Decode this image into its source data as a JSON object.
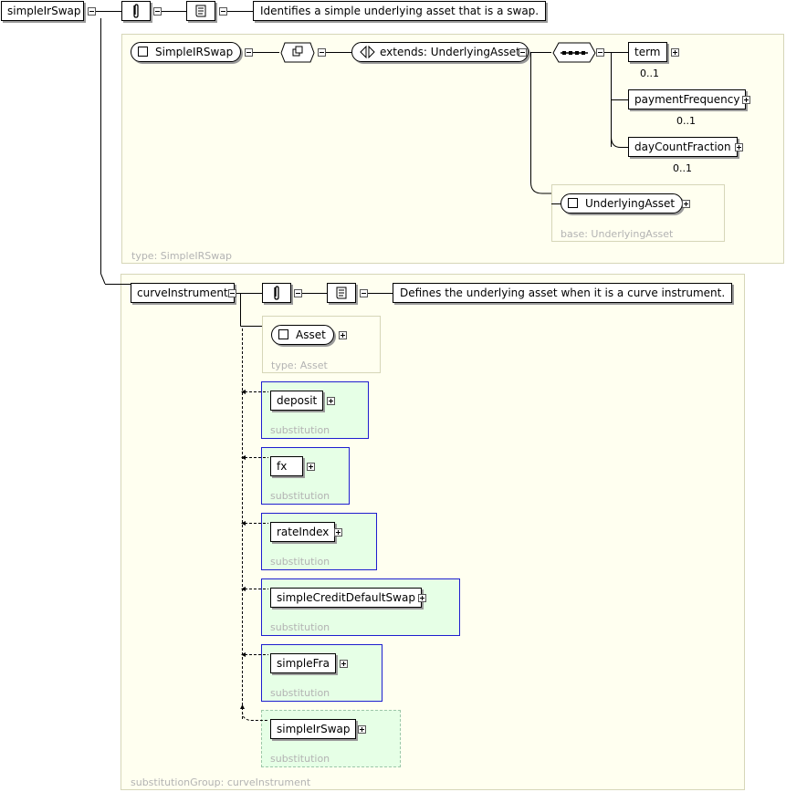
{
  "root": {
    "name": "simpleIrSwap",
    "documentation": "Identifies a simple underlying asset that is a swap."
  },
  "type_panel": {
    "type_name": "SimpleIRSwap",
    "extends_label": "extends: UnderlyingAsset",
    "children": [
      {
        "name": "term",
        "cardinality": "0..1"
      },
      {
        "name": "paymentFrequency",
        "cardinality": "0..1"
      },
      {
        "name": "dayCountFraction",
        "cardinality": "0..1"
      }
    ],
    "base_panel": {
      "type_name": "UnderlyingAsset",
      "footer": "base: UnderlyingAsset"
    },
    "footer": "type: SimpleIRSwap"
  },
  "group_panel": {
    "head_name": "curveInstrument",
    "documentation": "Defines the underlying asset when it is a curve instrument.",
    "asset_panel": {
      "type_name": "Asset",
      "footer": "type: Asset"
    },
    "substitutions": [
      {
        "name": "deposit",
        "label": "substitution"
      },
      {
        "name": "fx",
        "label": "substitution"
      },
      {
        "name": "rateIndex",
        "label": "substitution"
      },
      {
        "name": "simpleCreditDefaultSwap",
        "label": "substitution"
      },
      {
        "name": "simpleFra",
        "label": "substitution"
      },
      {
        "name": "simpleIrSwap",
        "label": "substitution"
      }
    ],
    "footer": "substitutionGroup: curveInstrument"
  },
  "colors": {
    "panel_bg": "#fffff0",
    "panel_border": "#d6d6b8",
    "subst_bg": "#e6ffe6",
    "subst_border": "#1e1ecf",
    "muted_text": "#b3b3b3"
  }
}
